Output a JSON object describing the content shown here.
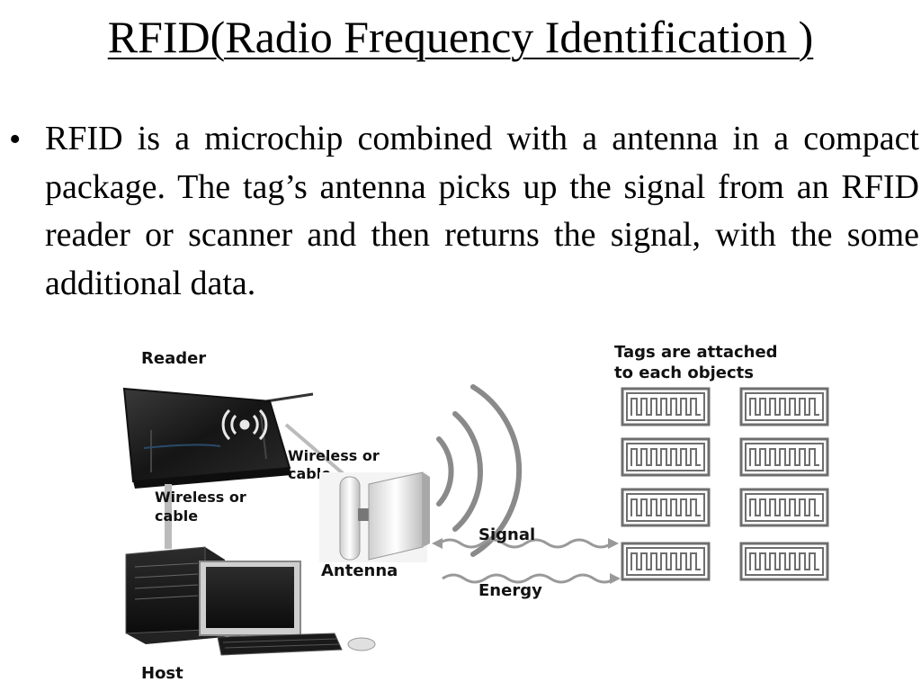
{
  "slide": {
    "title": "RFID(Radio Frequency Identification )",
    "bullet": "RFID is a microchip combined with a antenna in a compact package. The tag’s antenna picks up the signal from an RFID reader or scanner and then returns the signal, with the some additional data."
  },
  "diagram": {
    "reader_label": "Reader",
    "wireless_cable_reader": [
      "Wireless  or",
      "cable"
    ],
    "wireless_cable_host": [
      "Wireless  or",
      "cable"
    ],
    "antenna_label": "Antenna",
    "host_label": "Host",
    "signal_label": "Signal",
    "energy_label": "Energy",
    "tags_label": [
      "Tags are attached",
      "to each objects"
    ],
    "tag_count": 8,
    "icons": [
      "reader-device-icon",
      "antenna-panel-icon",
      "host-computer-icon",
      "rfid-tag-icon",
      "radio-wave-icon"
    ],
    "colors": {
      "device_dark": "#1c1c1c",
      "wave": "#8a8a8a",
      "tag": "#6e6e6e"
    }
  }
}
